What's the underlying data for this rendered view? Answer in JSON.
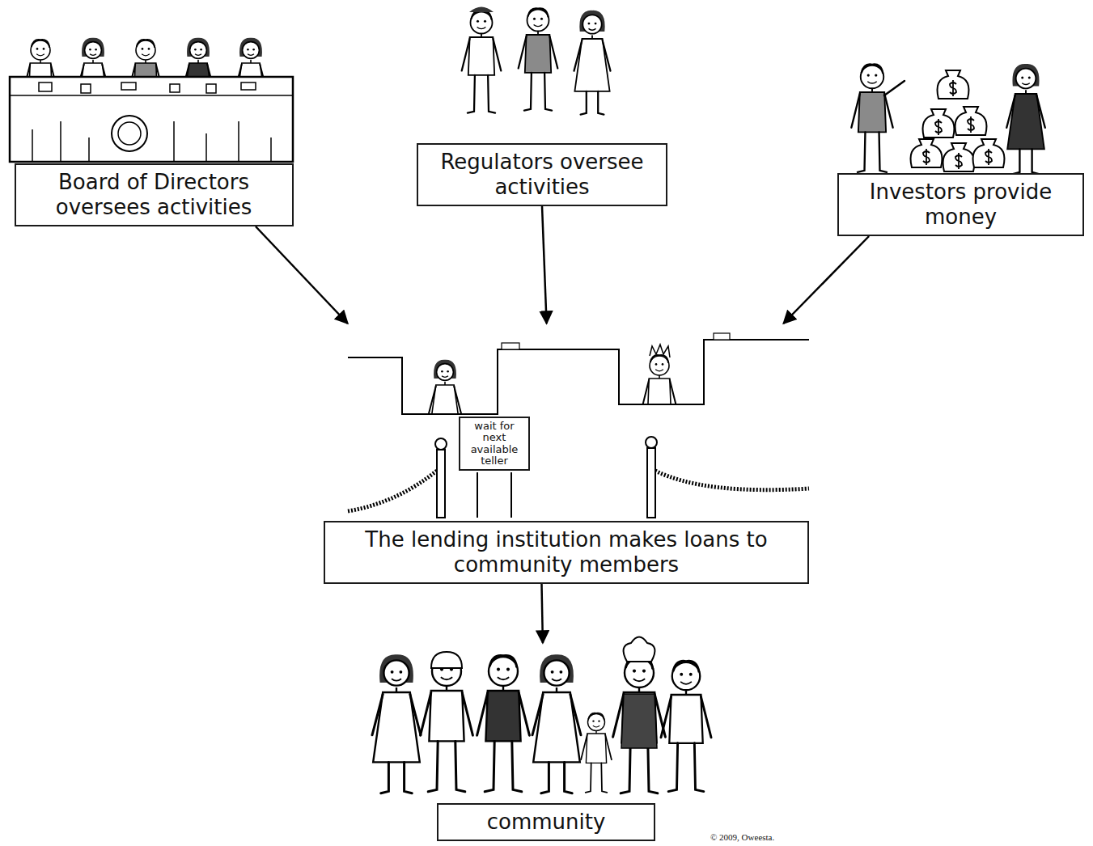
{
  "diagram": {
    "nodes": [
      {
        "text": [
          "Board of Directors oversees activities"
        ]
      },
      {
        "text": [
          "Regulators oversee activities"
        ]
      },
      {
        "text": [
          "Investors provide money"
        ]
      },
      {
        "text": [
          "The lending institution makes loans to community members"
        ]
      },
      {
        "text": [
          "community"
        ]
      }
    ],
    "edges": [
      {
        "from": 0,
        "to": 3,
        "arrow": "to"
      },
      {
        "from": 1,
        "to": 3,
        "arrow": "to"
      },
      {
        "from": 2,
        "to": 3,
        "arrow": "to"
      },
      {
        "from": 3,
        "to": 4,
        "arrow": "to"
      }
    ],
    "labels": [
      "wait for next available teller",
      "© 2009, Oweesta."
    ]
  }
}
